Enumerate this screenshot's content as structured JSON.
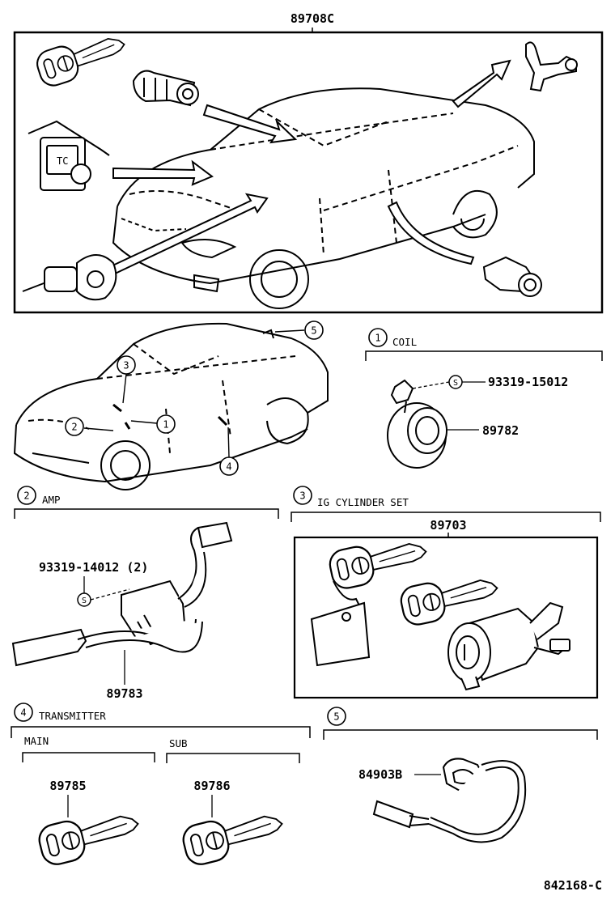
{
  "overview": {
    "part_no": "89708C"
  },
  "callouts": [
    "1",
    "2",
    "3",
    "4",
    "5"
  ],
  "sections": {
    "coil": {
      "num": "1",
      "label": "COIL",
      "screw_mark": "S",
      "screw_part": "93319-15012",
      "part": "89782"
    },
    "amp": {
      "num": "2",
      "label": "AMP",
      "screw_mark": "S",
      "screw_part": "93319-14012 (2)",
      "part": "89783"
    },
    "ig": {
      "num": "3",
      "label": "IG CYLINDER SET",
      "part": "89703"
    },
    "transmitter": {
      "num": "4",
      "label": "TRANSMITTER",
      "main_label": "MAIN",
      "sub_label": "SUB",
      "main_part": "89785",
      "sub_part": "89786"
    },
    "five": {
      "num": "5",
      "part": "84903B"
    }
  },
  "footer": {
    "code": "842168-C"
  }
}
